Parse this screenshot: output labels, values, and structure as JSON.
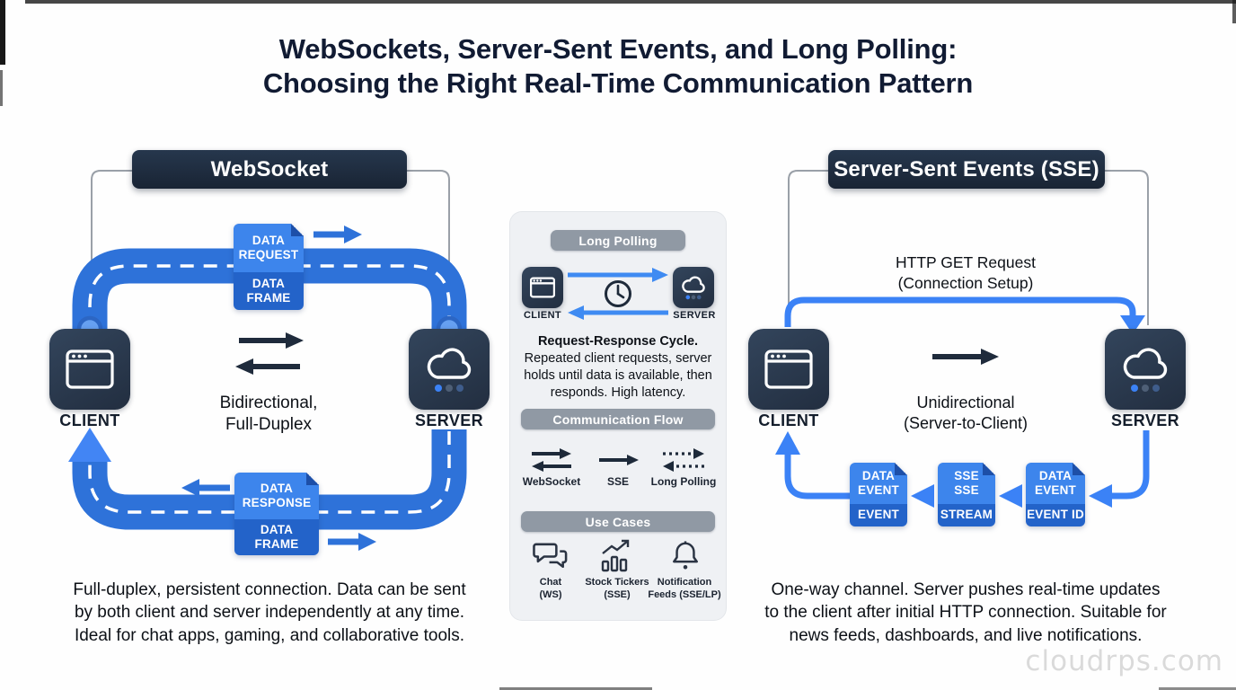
{
  "title": {
    "line1": "WebSockets, Server-Sent Events, and Long Polling:",
    "line2": "Choosing the Right Real-Time Communication Pattern"
  },
  "watermark": "cloudrps.com",
  "websocket": {
    "header": "WebSocket",
    "client": "CLIENT",
    "server": "SERVER",
    "request_box": {
      "top": "DATA\nREQUEST",
      "bottom": "DATA\nFRAME"
    },
    "response_box": {
      "top": "DATA\nRESPONSE",
      "bottom": "DATA\nFRAME"
    },
    "mode_line1": "Bidirectional,",
    "mode_line2": "Full-Duplex",
    "caption_lines": [
      "Full-duplex, persistent connection. Data can be sent",
      "by both client and server independently at any time.",
      "Ideal for chat apps, gaming, and collaborative tools."
    ]
  },
  "middle": {
    "long_polling": {
      "header": "Long Polling",
      "client": "CLIENT",
      "server": "SERVER",
      "caption_bold": "Request-Response Cycle.",
      "caption_lines": [
        "Repeated client requests, server",
        "holds until data is available, then",
        "responds. High latency."
      ]
    },
    "communication_flow": {
      "header": "Communication Flow",
      "labels": [
        "WebSocket",
        "SSE",
        "Long Polling"
      ]
    },
    "use_cases": {
      "header": "Use Cases",
      "labels": [
        "Chat\n(WS)",
        "Stock Tickers\n(SSE)",
        "Notification\nFeeds (SSE/LP)"
      ]
    }
  },
  "sse": {
    "header": "Server-Sent Events (SSE)",
    "http_line1": "HTTP GET Request",
    "http_line2": "(Connection Setup)",
    "client": "CLIENT",
    "server": "SERVER",
    "mode_line1": "Unidirectional",
    "mode_line2": "(Server-to-Client)",
    "boxes": [
      {
        "top": "DATA\nEVENT",
        "bottom": "EVENT"
      },
      {
        "top": "SSE\nSSE",
        "bottom": "STREAM"
      },
      {
        "top": "DATA\nEVENT",
        "bottom": "EVENT ID"
      }
    ],
    "caption_lines": [
      "One-way channel. Server pushes real-time updates",
      "to the client after initial HTTP connection. Suitable for",
      "news feeds, dashboards, and live notifications."
    ]
  },
  "colors": {
    "road_blue": "#2e72d9",
    "accent_blue": "#3b82f6",
    "navy_header": "#1d2a3d",
    "box_light_blue": "#3d85ec",
    "box_dark_blue": "#2363c9",
    "pill_gray": "#9099a4"
  }
}
